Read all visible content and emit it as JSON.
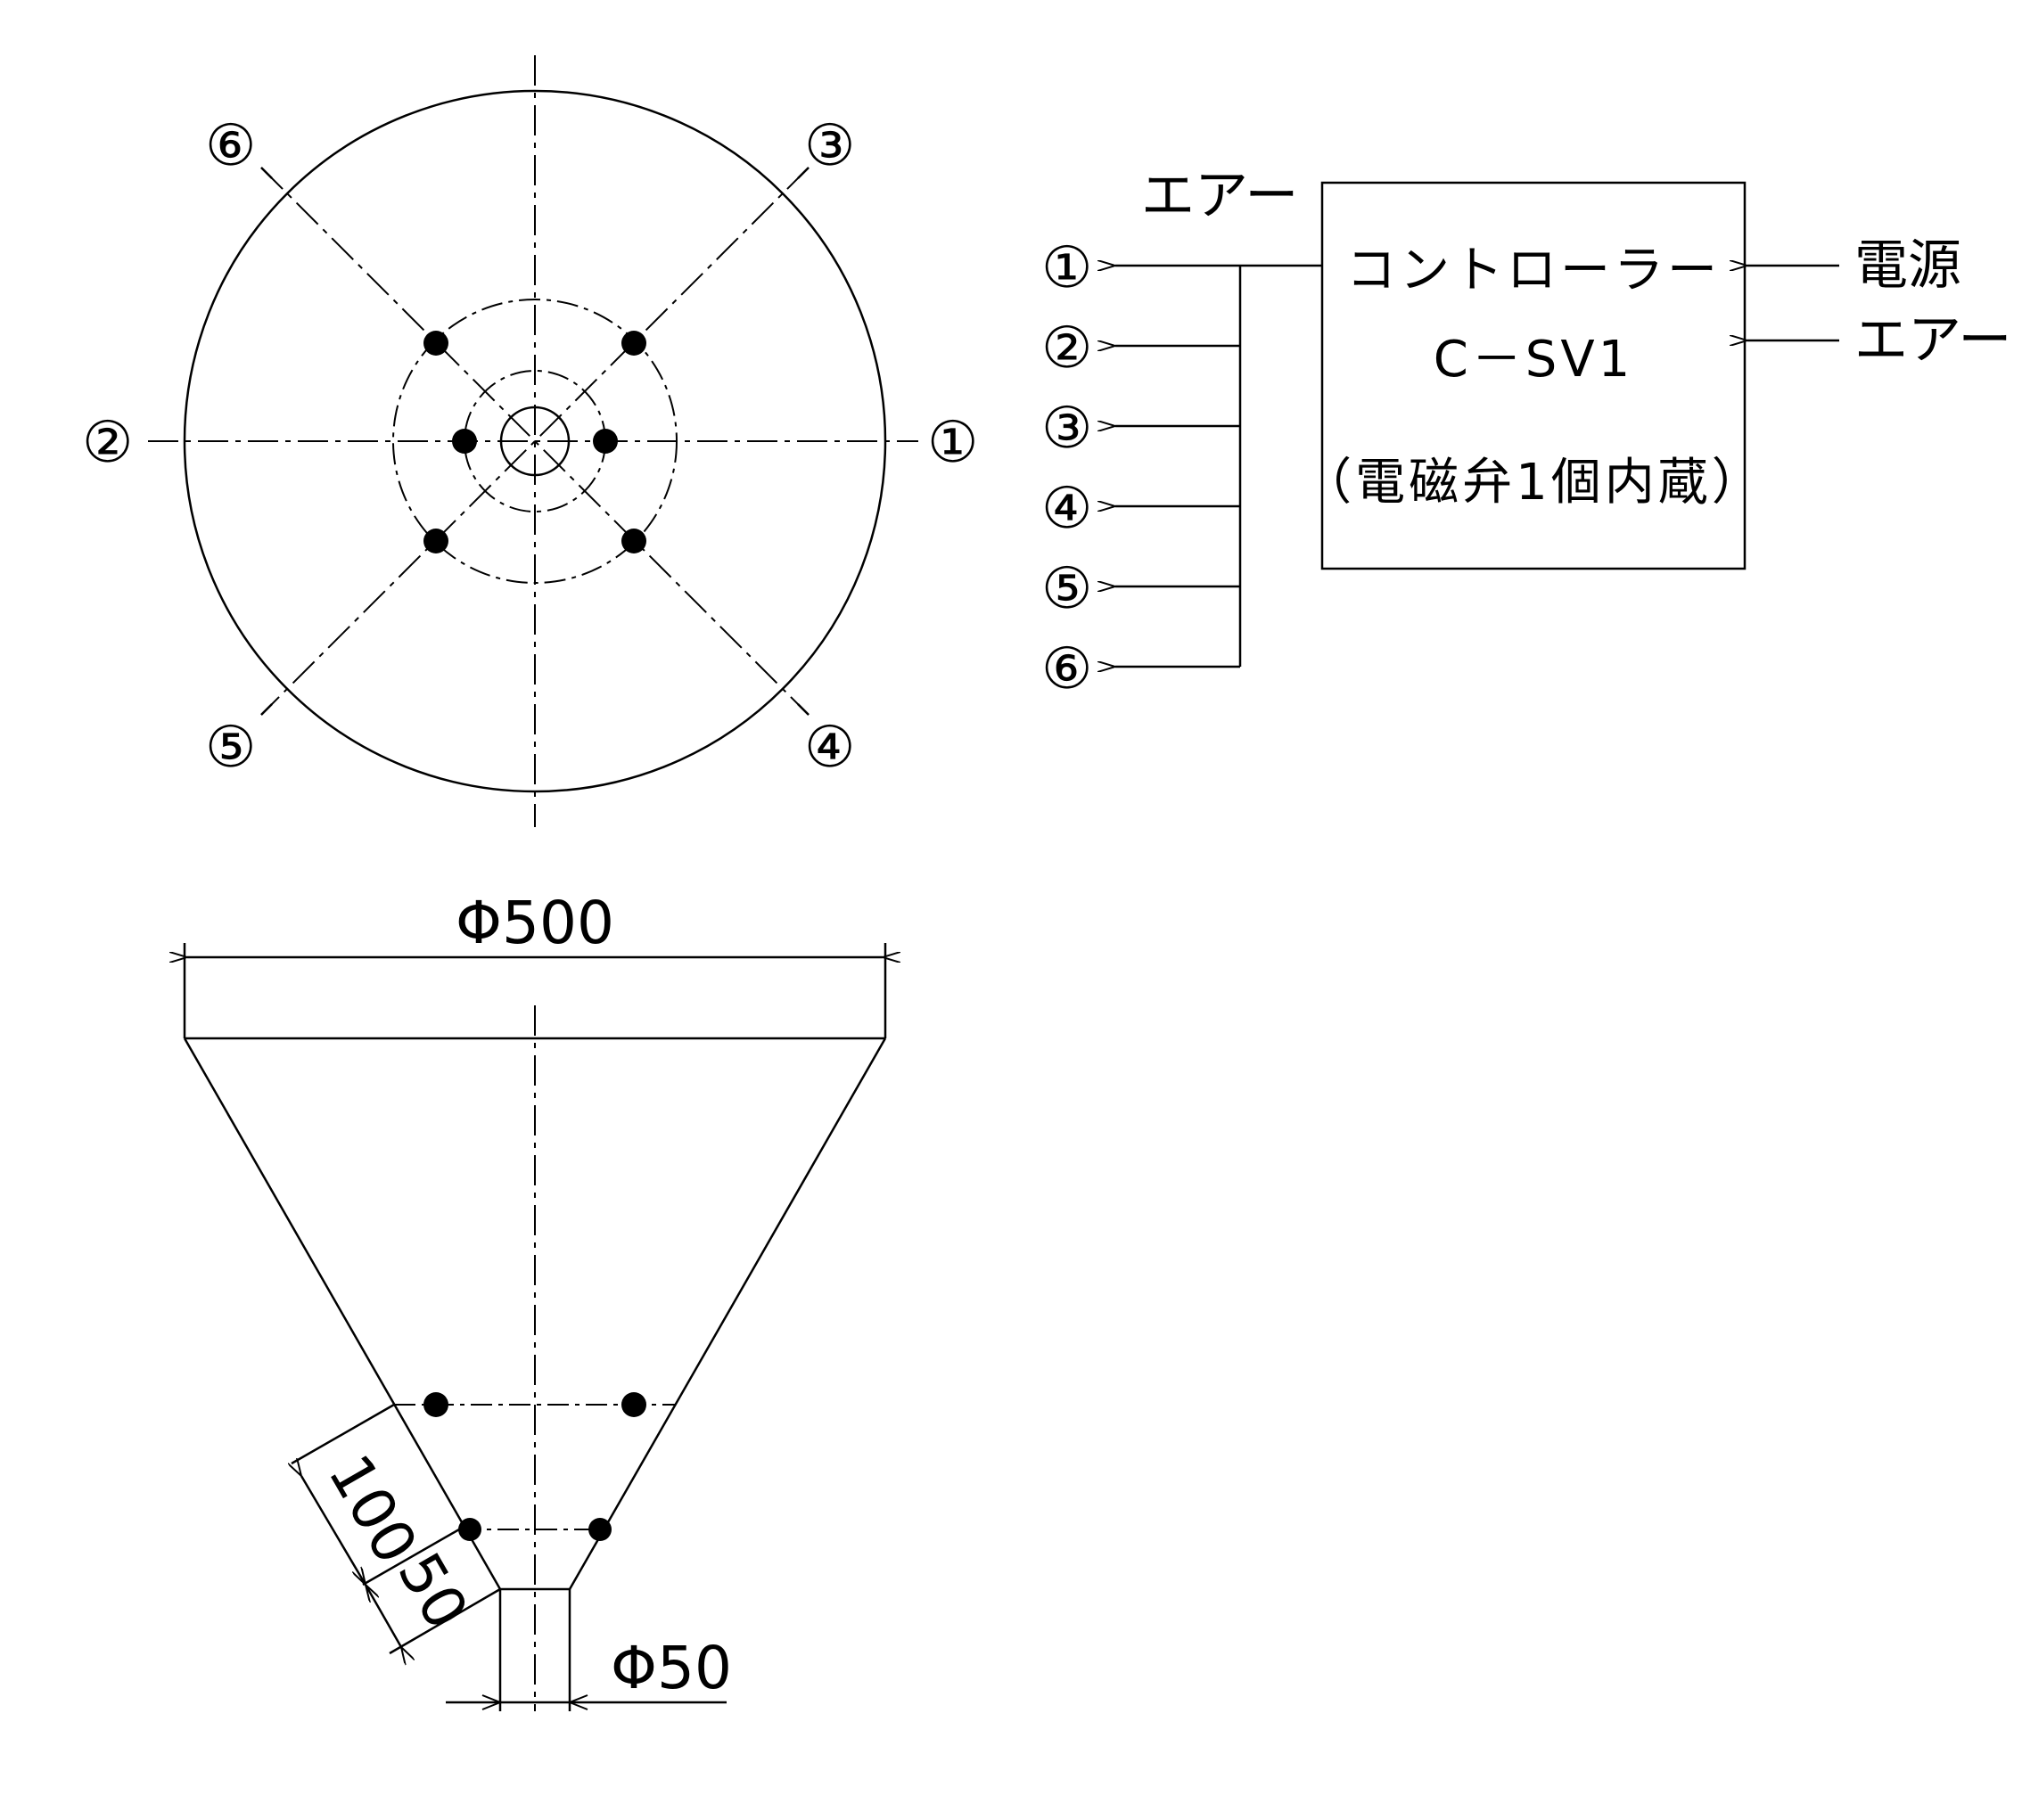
{
  "plan_view": {
    "port_labels": [
      "①",
      "②",
      "③",
      "④",
      "⑤",
      "⑥"
    ]
  },
  "controller": {
    "name": "コントローラー",
    "model": "C－SV1",
    "note": "（電磁弁1個内蔵）",
    "air_out_label": "エアー",
    "power_in_label": "電源",
    "air_in_label": "エアー",
    "outputs": [
      "①",
      "②",
      "③",
      "④",
      "⑤",
      "⑥"
    ]
  },
  "side_view": {
    "top_diameter": "Φ500",
    "bottom_diameter": "Φ50",
    "upper_ring_offset": "100",
    "lower_ring_offset": "50"
  }
}
